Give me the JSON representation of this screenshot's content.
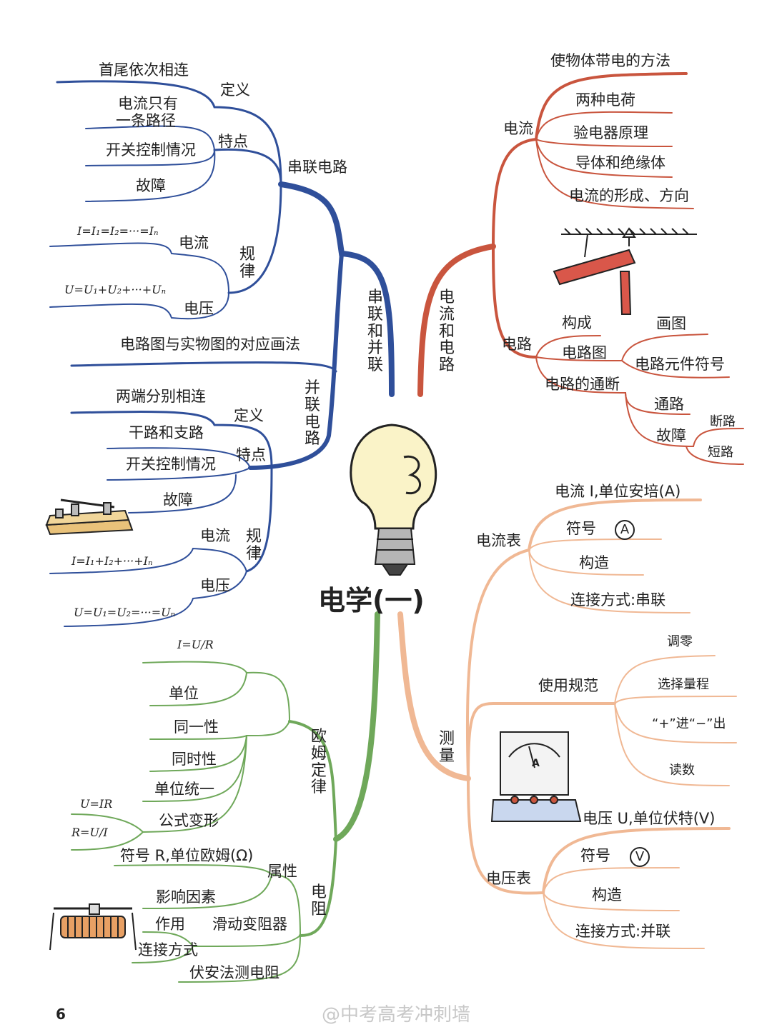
{
  "center": {
    "title": "电学(一)"
  },
  "colors": {
    "blue": "#2f4f9a",
    "red": "#c9553e",
    "orange": "#f0b894",
    "green": "#6fa85a",
    "bulb": "#faf3c8"
  },
  "series_parallel": {
    "main": "串联和并联",
    "series": {
      "label": "串联电路",
      "definition": "定义",
      "def_item": "首尾依次相连",
      "features": "特点",
      "feature_items": [
        "电流只有",
        "一条路径",
        "开关控制情况",
        "故障"
      ],
      "laws": "规律",
      "current": "电流",
      "current_formula": "I=I₁=I₂=···=Iₙ",
      "voltage": "电压",
      "voltage_formula": "U=U₁+U₂+···+Uₙ"
    },
    "diagram_item": "电路图与实物图的对应画法",
    "parallel": {
      "label": "并联电路",
      "definition": "定义",
      "def_item": "两端分别相连",
      "features": "特点",
      "feature_items": [
        "干路和支路",
        "开关控制情况",
        "故障"
      ],
      "laws": "规律",
      "current": "电流",
      "current_formula": "I=I₁+I₂+···+Iₙ",
      "voltage": "电压",
      "voltage_formula": "U=U₁=U₂=···=Uₙ"
    }
  },
  "current_circuit": {
    "main": "电流和电路",
    "current": {
      "label": "电流",
      "top_item": "使物体带电的方法",
      "items": [
        "两种电荷",
        "验电器原理",
        "导体和绝缘体",
        "电流的形成、方向"
      ]
    },
    "circuit": {
      "label": "电路",
      "items": [
        "构成",
        "电路图",
        "电路的通断"
      ],
      "drawing": "画图",
      "symbols": "电路元件符号",
      "onoff_items": [
        "通路",
        "故障"
      ],
      "fault_items": [
        "断路",
        "短路"
      ]
    }
  },
  "measurement": {
    "main": "测量",
    "ammeter": {
      "label": "电流表",
      "top": "电流 I,单位安培(A)",
      "symbol": "符号",
      "symbol_letter": "A",
      "items": [
        "构造",
        "连接方式:串联"
      ]
    },
    "usage": {
      "label": "使用规范",
      "items": [
        "调零",
        "选择量程",
        "“+”进“−”出",
        "读数"
      ]
    },
    "voltmeter": {
      "label": "电压表",
      "top": "电压 U,单位伏特(V)",
      "symbol": "符号",
      "symbol_letter": "V",
      "items": [
        "构造",
        "连接方式:并联"
      ]
    },
    "meter_letter": "A"
  },
  "resistance": {
    "main": "电阻",
    "ohm": {
      "label": "欧姆定律",
      "formula": "I=U/R",
      "items": [
        "单位",
        "同一性",
        "同时性",
        "单位统一",
        "公式变形"
      ],
      "formula1": "U=IR",
      "formula2": "R=U/I"
    },
    "property": {
      "label": "属性",
      "items": [
        "符号 R,单位欧姆(Ω)",
        "影响因素"
      ]
    },
    "rheostat": {
      "label": "滑动变阻器",
      "items": [
        "作用",
        "连接方式"
      ]
    },
    "volt_amp": "伏安法测电阻"
  },
  "footer": {
    "page": "6",
    "watermark": "@中考高考冲刺墙"
  }
}
